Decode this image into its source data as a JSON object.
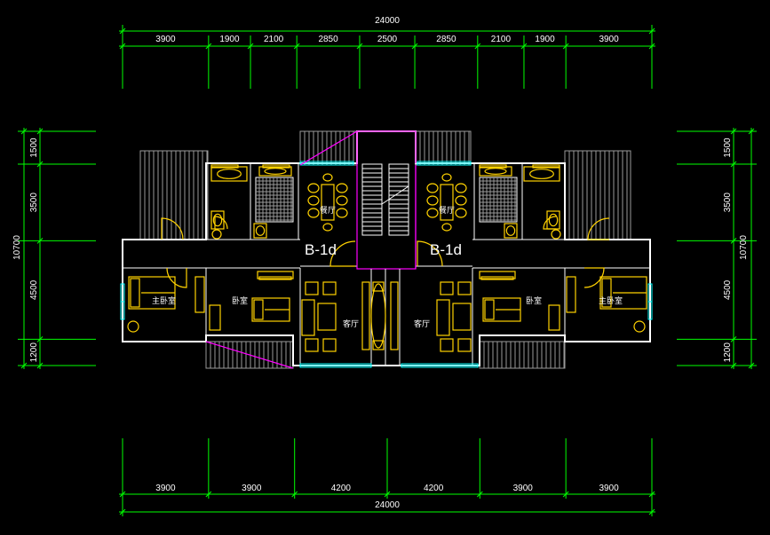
{
  "dimensions": {
    "top_total": "24000",
    "top_segments": [
      "3900",
      "1900",
      "2100",
      "2850",
      "2500",
      "2850",
      "2100",
      "1900",
      "3900"
    ],
    "bottom_total": "24000",
    "bottom_segments": [
      "3900",
      "3900",
      "4200",
      "4200",
      "3900",
      "3900"
    ],
    "left_total": "10700",
    "left_segments": [
      "1500",
      "3500",
      "4500",
      "1200"
    ],
    "right_total": "10700",
    "right_segments": [
      "1500",
      "3500",
      "4500",
      "1200"
    ]
  },
  "units": {
    "left_label": "B-1d",
    "right_label": "B-1d"
  },
  "rooms": {
    "left_dining": "餐厅",
    "right_dining": "餐厅",
    "left_master_bedroom": "主卧室",
    "left_bedroom": "卧室",
    "left_living": "客厅",
    "right_living": "客厅",
    "right_bedroom": "卧室",
    "right_master_bedroom": "主卧室"
  },
  "colors": {
    "background": "#000000",
    "dimension_lines": "#00ff00",
    "walls": "#ffffff",
    "furniture": "#ffd200",
    "stair_shaft": "#ff00ff",
    "windows": "#00ffff"
  }
}
